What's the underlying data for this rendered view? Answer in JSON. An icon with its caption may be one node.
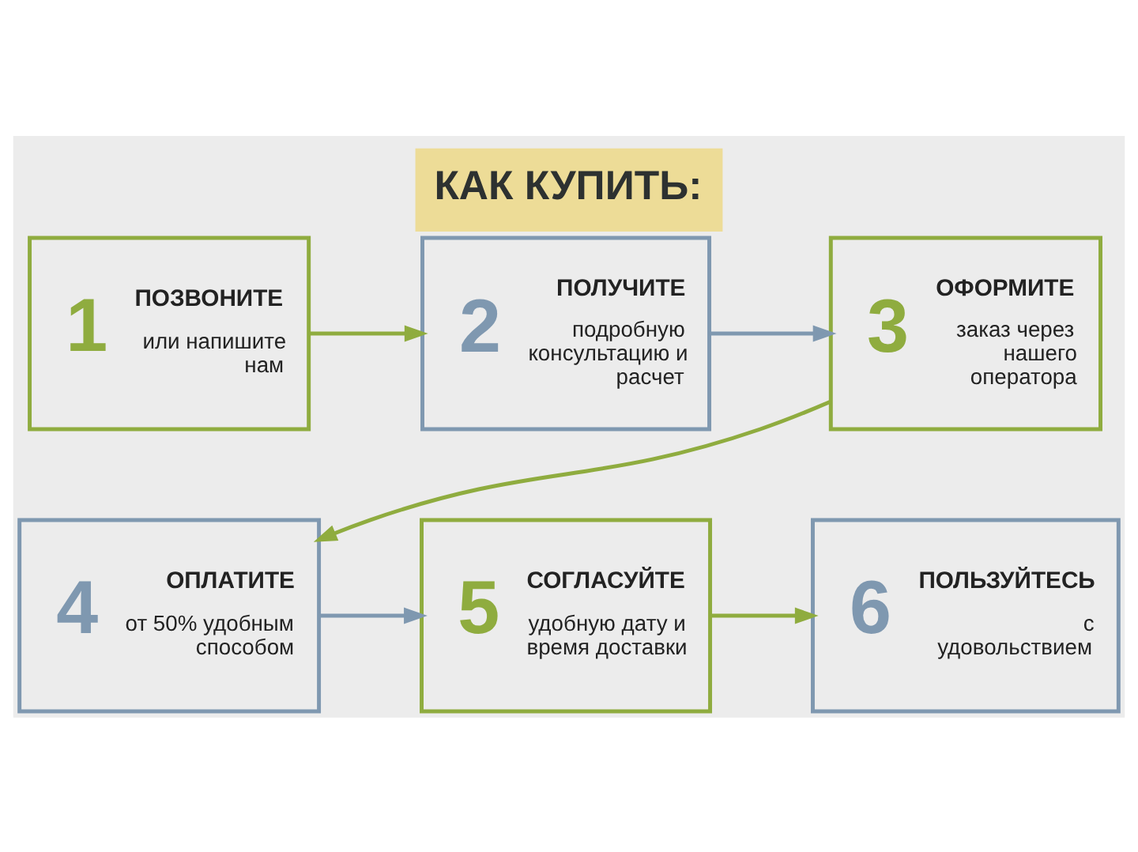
{
  "diagram": {
    "title": "КАК КУПИТЬ:",
    "nodes": [
      {
        "text": [
          "1",
          "ПОЗВОНИТЕ",
          "или напишите нам"
        ]
      },
      {
        "text": [
          "2",
          "ПОЛУЧИТЕ",
          "подробную консультацию и расчет"
        ]
      },
      {
        "text": [
          "3",
          "ОФОРМИТЕ",
          "заказ через нашего оператора"
        ]
      },
      {
        "text": [
          "4",
          "ОПЛАТИТЕ",
          "от 50% удобным способом"
        ]
      },
      {
        "text": [
          "5",
          "СОГЛАСУЙТЕ",
          "удобную дату и время доставки"
        ]
      },
      {
        "text": [
          "6",
          "ПОЛЬЗУЙТЕСЬ",
          "с удовольствием"
        ]
      }
    ],
    "edges": [
      {
        "from": 0,
        "to": 1,
        "arrow": "to"
      },
      {
        "from": 1,
        "to": 2,
        "arrow": "to",
        "color": "#7f98b0"
      },
      {
        "from": 2,
        "to": 3,
        "arrow": "to"
      },
      {
        "from": 3,
        "to": 4,
        "arrow": "to",
        "color": "#7f98b0"
      },
      {
        "from": 4,
        "to": 5,
        "arrow": "to"
      }
    ]
  }
}
